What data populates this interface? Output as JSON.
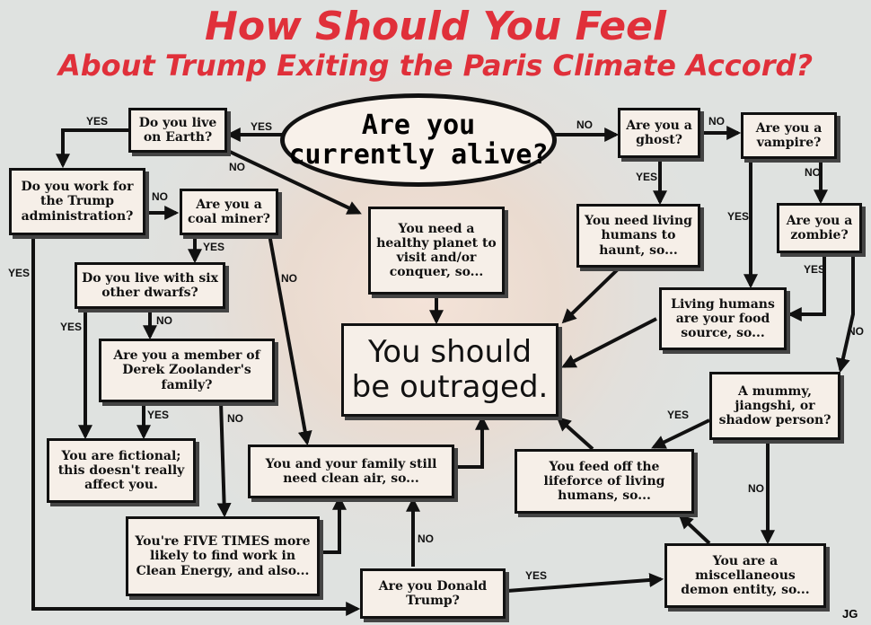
{
  "title": {
    "line1": "How Should You Feel",
    "line2": "About Trump Exiting the Paris Climate Accord?"
  },
  "nodes": {
    "alive": "Are you currently alive?",
    "earth": "Do you live on Earth?",
    "trump_admin": "Do you work for the Trump administration?",
    "coal": "Are you a coal miner?",
    "dwarfs": "Do you live with six other dwarfs?",
    "zoolander": "Are you a member of Derek Zoolander's family?",
    "fictional": "You are fictional; this doesn't really affect you.",
    "five_times": "You're FIVE TIMES more likely to find work in Clean Energy, and also...",
    "donald": "Are you Donald Trump?",
    "clean_air": "You and your family still need clean air, so...",
    "healthy_planet": "You need a healthy planet to visit and/or conquer, so...",
    "outraged": "You should be outraged.",
    "ghost": "Are you a ghost?",
    "vampire": "Are you a vampire?",
    "haunt": "You need living humans to haunt, so...",
    "zombie": "Are you a zombie?",
    "food": "Living humans are your food source, so...",
    "mummy": "A mummy, jiangshi, or shadow person?",
    "lifeforce": "You feed off the lifeforce of living humans, so...",
    "demon": "You are a miscellaneous demon entity, so..."
  },
  "labels": {
    "yes": "YES",
    "no": "NO"
  },
  "signature": "JG"
}
